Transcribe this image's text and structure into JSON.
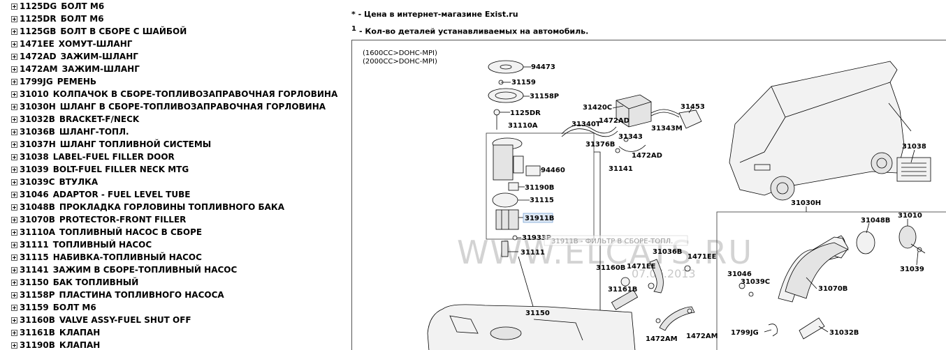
{
  "parts_list": [
    {
      "code": "1125DG",
      "name": "БОЛТ М6"
    },
    {
      "code": "1125DR",
      "name": "БОЛТ М6"
    },
    {
      "code": "1125GB",
      "name": "БОЛТ В СБОРЕ С ШАЙБОЙ"
    },
    {
      "code": "1471EE",
      "name": "ХОМУТ-ШЛАНГ"
    },
    {
      "code": "1472AD",
      "name": "ЗАЖИМ-ШЛАНГ"
    },
    {
      "code": "1472AM",
      "name": "ЗАЖИМ-ШЛАНГ"
    },
    {
      "code": "1799JG",
      "name": "РЕМЕНЬ"
    },
    {
      "code": "31010",
      "name": "КОЛПАЧОК В СБОРЕ-ТОПЛИВОЗАПРАВОЧНАЯ ГОРЛОВИНА"
    },
    {
      "code": "31030H",
      "name": "ШЛАНГ В СБОРЕ-ТОПЛИВОЗАПРАВОЧНАЯ ГОРЛОВИНА"
    },
    {
      "code": "31032B",
      "name": "BRACKET-F/NECK"
    },
    {
      "code": "31036B",
      "name": "ШЛАНГ-ТОПЛ."
    },
    {
      "code": "31037H",
      "name": "ШЛАНГ ТОПЛИВНОЙ СИСТЕМЫ"
    },
    {
      "code": "31038",
      "name": "LABEL-FUEL FILLER DOOR"
    },
    {
      "code": "31039",
      "name": "BOLT-FUEL FILLER NECK MTG"
    },
    {
      "code": "31039C",
      "name": "ВТУЛКА"
    },
    {
      "code": "31046",
      "name": "ADAPTOR - FUEL LEVEL TUBE"
    },
    {
      "code": "31048B",
      "name": "ПРОКЛАДКА ГОРЛОВИНЫ ТОПЛИВНОГО БАКА"
    },
    {
      "code": "31070B",
      "name": "PROTECTOR-FRONT FILLER"
    },
    {
      "code": "31110A",
      "name": "ТОПЛИВНЫЙ НАСОС В СБОРЕ"
    },
    {
      "code": "31111",
      "name": "ТОПЛИВНЫЙ НАСОС"
    },
    {
      "code": "31115",
      "name": "НАБИВКА-ТОПЛИВНЫЙ НАСОС"
    },
    {
      "code": "31141",
      "name": "ЗАЖИМ В СБОРЕ-ТОПЛИВНЫЙ НАСОС"
    },
    {
      "code": "31150",
      "name": "БАК ТОПЛИВНЫЙ"
    },
    {
      "code": "31158P",
      "name": "ПЛАСТИНА ТОПЛИВНОГО НАСОСА"
    },
    {
      "code": "31159",
      "name": "БОЛТ М6"
    },
    {
      "code": "31160B",
      "name": "VALVE ASSY-FUEL SHUT OFF"
    },
    {
      "code": "31161B",
      "name": "КЛАПАН"
    },
    {
      "code": "31190B",
      "name": "КЛАПАН"
    }
  ],
  "notes": {
    "price_mark": "*",
    "price_text": "- Цена в интернет-магазине Exist.ru",
    "qty_mark": "1",
    "qty_text": "- Кол-во деталей устанавливаемых на автомобиль."
  },
  "diagram": {
    "engine_1": "(1600CC>DOHC-MPI)",
    "engine_2": "(2000CC>DOHC-MPI)",
    "tooltip": "31911B - ФИЛЬТР В СБОРЕ-ТОПЛ.",
    "watermark": "WWW.ELCATS.RU",
    "watermark_small": "07.06.2013",
    "callouts": {
      "c94473": "94473",
      "c31159": "31159",
      "c31158P": "31158P",
      "c1125DR": "1125DR",
      "c31110A": "31110A",
      "c94460": "94460",
      "c31190B": "31190B",
      "c31115": "31115",
      "c31911B": "31911B",
      "c31933P": "31933P",
      "c31111": "31111",
      "c31420C": "31420C",
      "c31453": "31453",
      "c31340T": "31340T",
      "c1472AD_a": "1472AD",
      "c31343M": "31343M",
      "c31343": "31343",
      "c31376B": "31376B",
      "c1472AD_b": "1472AD",
      "c31141": "31141",
      "c31038": "31038",
      "c31030H": "31030H",
      "c31048B": "31048B",
      "c31010": "31010",
      "c31036B": "31036B",
      "c1471EE_a": "1471EE",
      "c31160B": "31160B",
      "c1471EE_b": "1471EE",
      "c31046": "31046",
      "c31039C": "31039C",
      "c31039": "31039",
      "c31161B": "31161B",
      "c31070B": "31070B",
      "c31150": "31150",
      "c1799JG": "1799JG",
      "c31032B": "31032B",
      "c1472AM_a": "1472AM",
      "c1472AM_b": "1472AM"
    }
  }
}
